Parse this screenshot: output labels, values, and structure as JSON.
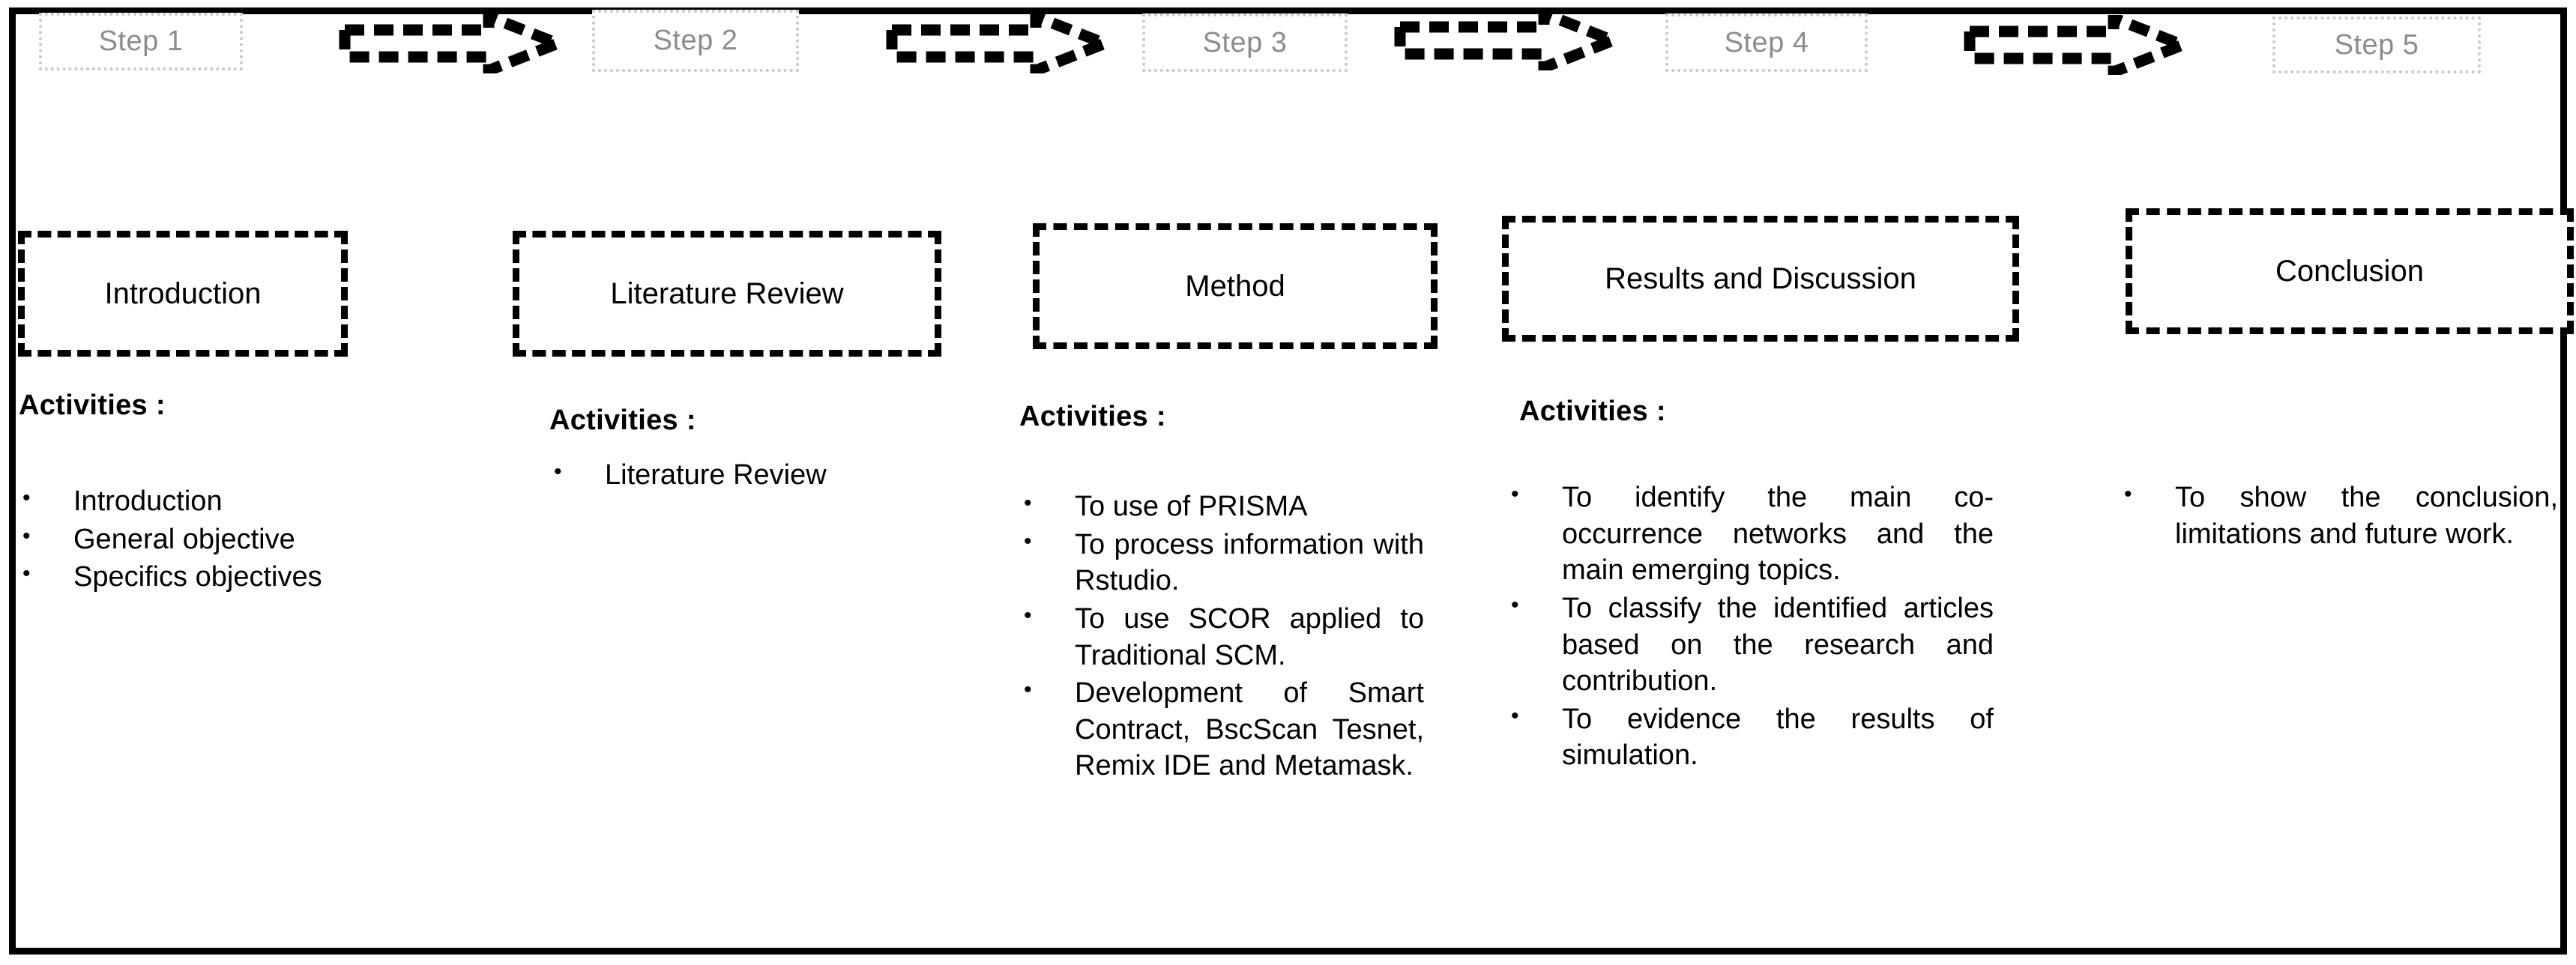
{
  "figure": {
    "title": "Research methodology five-step process diagram",
    "frame_color": "#000000",
    "step_box_border_color": "#c9c9c9",
    "step_label_color": "#8c8c8c",
    "section_border_color": "#000000",
    "background_color": "#ffffff"
  },
  "steps": [
    {
      "label": "Step 1"
    },
    {
      "label": "Step 2"
    },
    {
      "label": "Step 3"
    },
    {
      "label": "Step 4"
    },
    {
      "label": "Step 5"
    }
  ],
  "arrows": [
    {
      "name": "arrow-step1-to-step2"
    },
    {
      "name": "arrow-step2-to-step3"
    },
    {
      "name": "arrow-step3-to-step4"
    },
    {
      "name": "arrow-step4-to-step5"
    }
  ],
  "columns": [
    {
      "id": "introduction",
      "section_title": "Introduction",
      "activities_heading": "Activities :",
      "bullets": [
        "Introduction",
        "General objective",
        "Specifics objectives"
      ]
    },
    {
      "id": "literature-review",
      "section_title": "Literature Review",
      "activities_heading": "Activities :",
      "bullets": [
        "Literature Review"
      ]
    },
    {
      "id": "method",
      "section_title": "Method",
      "activities_heading": "Activities :",
      "bullets": [
        "To use of  PRISMA",
        "To process information with Rstudio.",
        "To use SCOR applied to Traditional SCM.",
        "Development of Smart Contract, BscScan Tesnet, Remix IDE and Metamask."
      ]
    },
    {
      "id": "results-and-discussion",
      "section_title": "Results and Discussion",
      "activities_heading": "Activities :",
      "bullets": [
        "To identify the main co-occurrence networks and the main emerging topics.",
        "To classify the identified articles based on the research and contribution.",
        "To evidence the results of simulation."
      ]
    },
    {
      "id": "conclusion",
      "section_title": "Conclusion",
      "activities_heading": "",
      "bullets": [
        "To show the conclusion, limitations and future work."
      ]
    }
  ]
}
